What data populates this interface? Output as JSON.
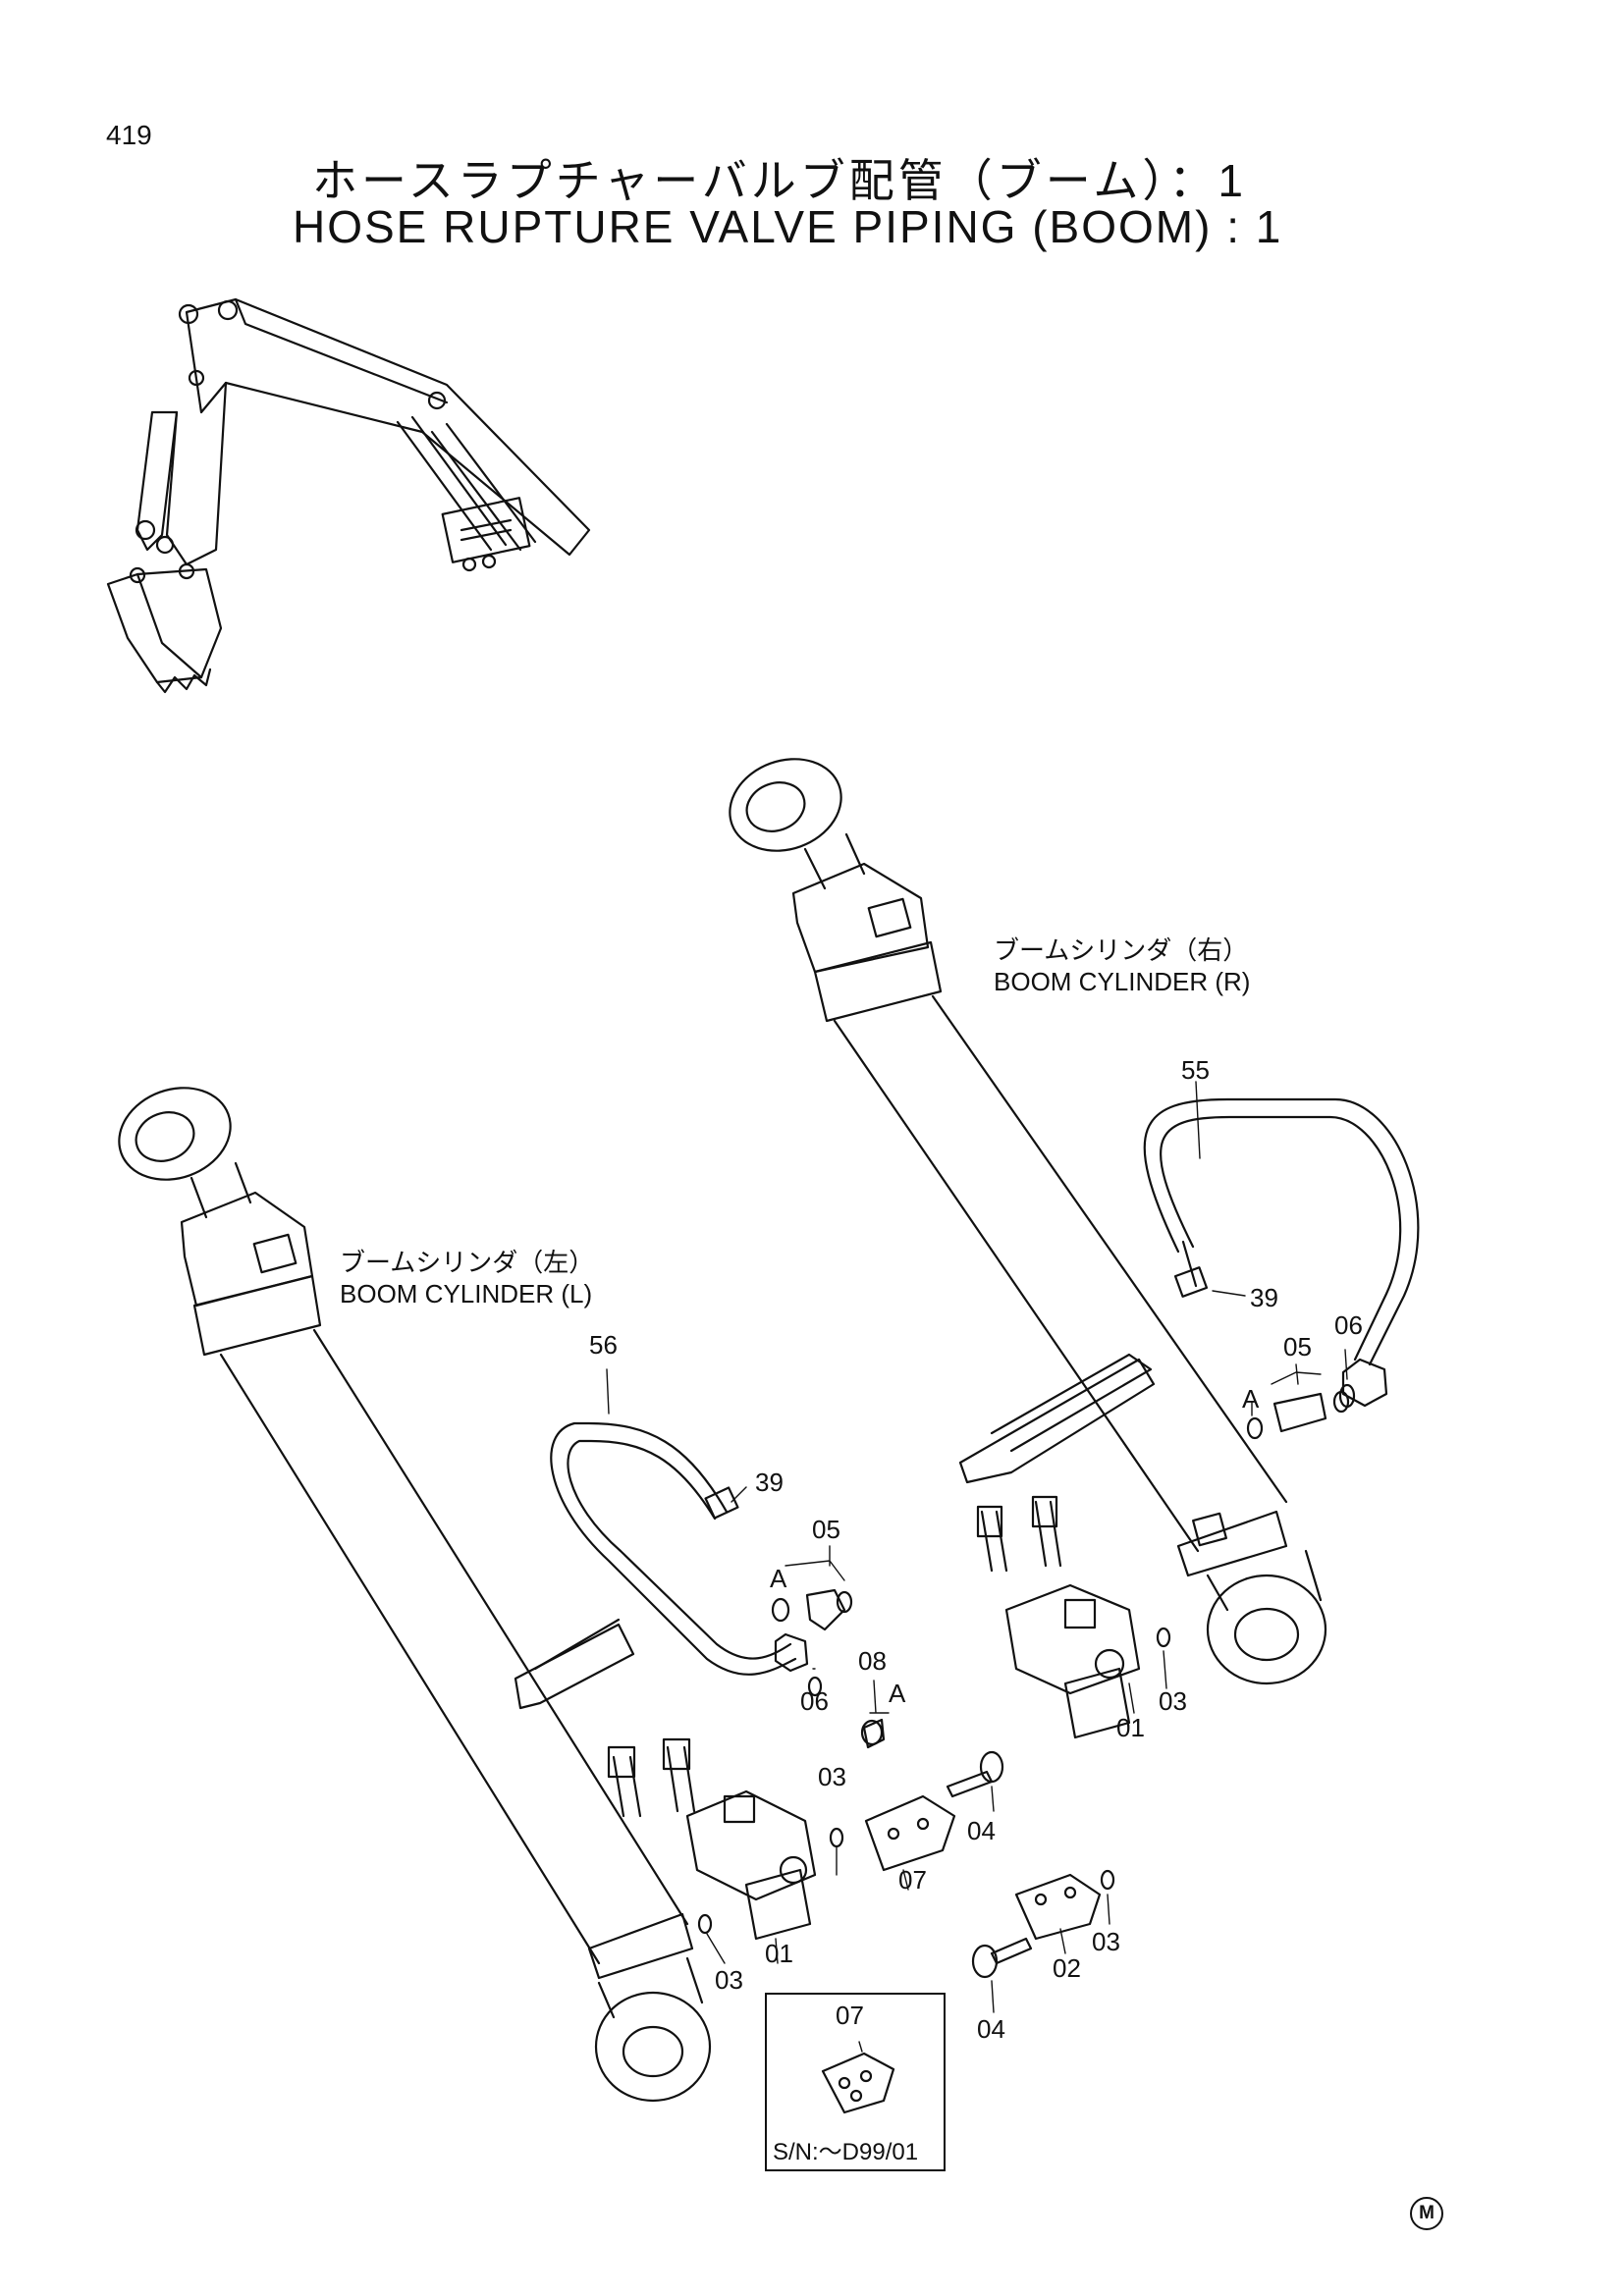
{
  "page_number": "419",
  "title_jp": "ホースラプチャーバルブ配管（ブーム）：1",
  "title_en": "HOSE RUPTURE VALVE PIPING (BOOM) : 1",
  "cylinder_right": {
    "label_jp": "ブームシリンダ（右）",
    "label_en": "BOOM CYLINDER (R)"
  },
  "cylinder_left": {
    "label_jp": "ブームシリンダ（左）",
    "label_en": "BOOM CYLINDER (L)"
  },
  "part_labels": {
    "p55": "55",
    "p39_right": "39",
    "p05_right": "05",
    "p06_right": "06",
    "A_right": "A",
    "p01_right": "01",
    "p03_right_a": "03",
    "p03_right_b": "03",
    "p02": "02",
    "p04_right": "04",
    "p56": "56",
    "p39_left": "39",
    "p05_left": "05",
    "A_left": "A",
    "p06_left": "06",
    "p08": "08",
    "A_left_b": "A",
    "p03_left_a": "03",
    "p04_left": "04",
    "p07": "07",
    "p01_left": "01",
    "p03_left_b": "03"
  },
  "inset": {
    "part": "07",
    "serial": "S/N:～D99/01"
  },
  "corner_mark": "M"
}
